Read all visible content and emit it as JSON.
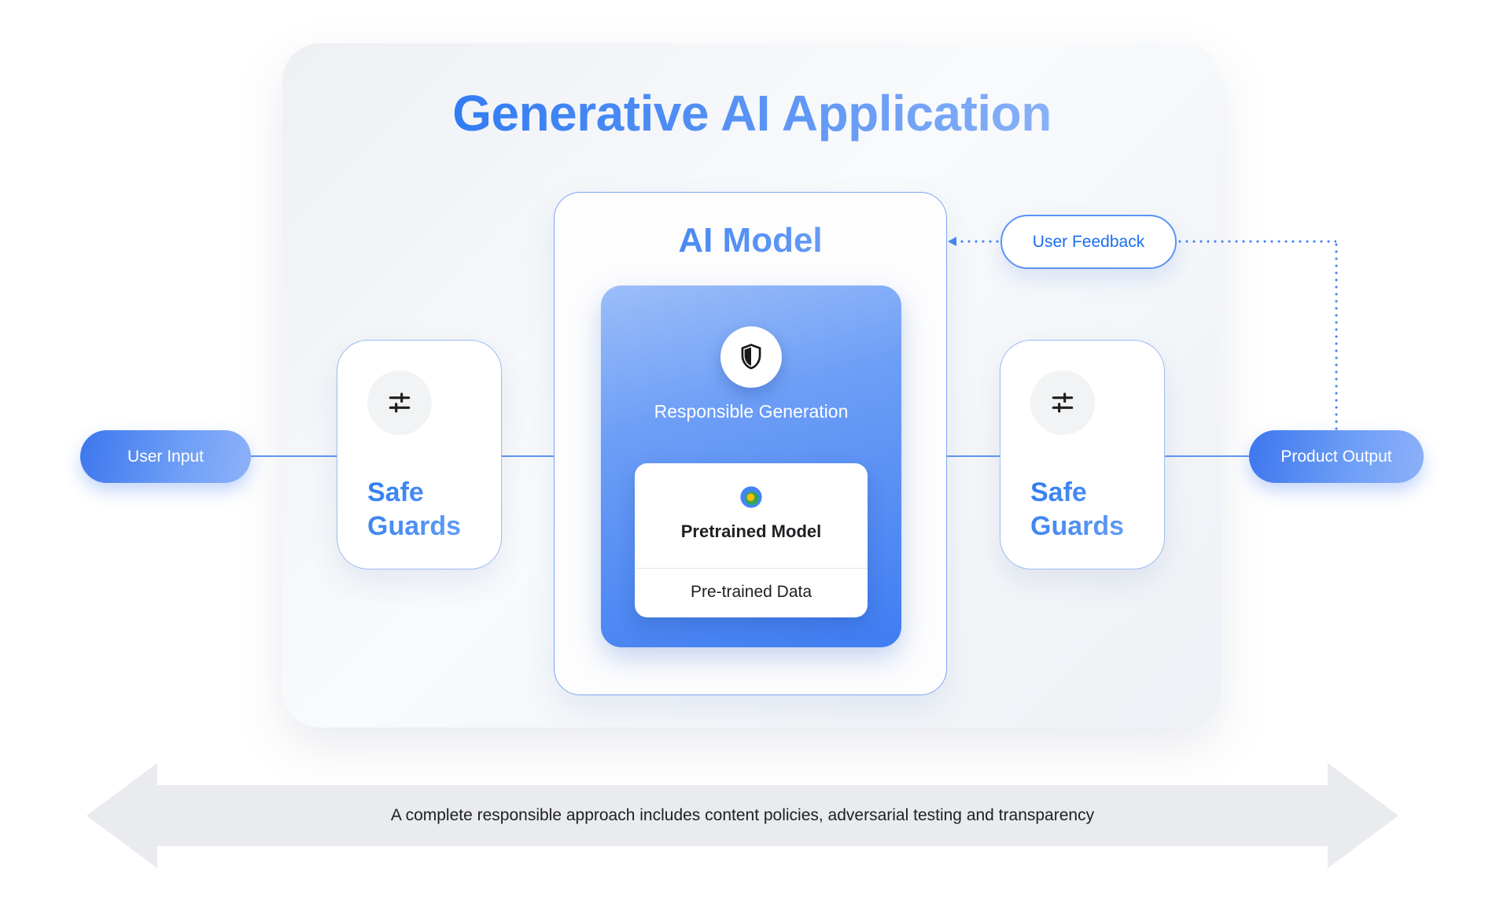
{
  "title": "Generative AI Application",
  "ai_model": {
    "title": "AI Model",
    "responsible_label": "Responsible Generation",
    "pretrained_model_label": "Pretrained Model",
    "pretrained_data_label": "Pre-trained Data"
  },
  "safeguards": {
    "left": {
      "label": "Safe Guards"
    },
    "right": {
      "label": "Safe Guards"
    }
  },
  "pills": {
    "user_input": "User Input",
    "user_feedback": "User Feedback",
    "product_output": "Product Output"
  },
  "footer": {
    "text": "A complete responsible approach includes content policies, adversarial testing and transparency"
  },
  "icons": {
    "shield": "shield-icon",
    "tune": "tune-icon",
    "model": "model-icon"
  },
  "colors": {
    "accent_blue": "#4285f4",
    "light_blue": "#8ab4f8",
    "dark_blue": "#1a6ef0",
    "green": "#34a853",
    "yellow": "#fbbc04",
    "panel_bg": "#f1f3f6",
    "arrow_gray": "#e9ebee",
    "text_dark": "#202124"
  }
}
